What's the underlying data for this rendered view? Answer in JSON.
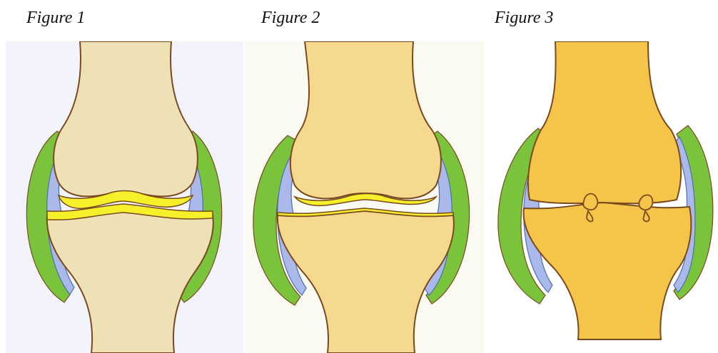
{
  "captions": {
    "figure1": "Figure 1",
    "figure2": "Figure 2",
    "figure3": "Figure 3"
  },
  "colors": {
    "bone_figure1": "#efe1b6",
    "bone_figure2": "#f4d98e",
    "bone_figure3": "#f5c54a",
    "cartilage": "#f5f02a",
    "synovial_fluid": "#aab8ea",
    "capsule": "#7ac43c",
    "outline": "#7a4a1e",
    "paper_figure1": "#f3f4fb",
    "paper_figure2": "#fbfaf2",
    "paper_figure3": "#ffffff"
  },
  "panels": [
    {
      "name": "figure-1-healthy-joint",
      "cartilage": "thick"
    },
    {
      "name": "figure-2-thinning-cartilage",
      "cartilage": "thin"
    },
    {
      "name": "figure-3-bone-on-bone",
      "cartilage": "none",
      "bone_spurs": true
    }
  ]
}
